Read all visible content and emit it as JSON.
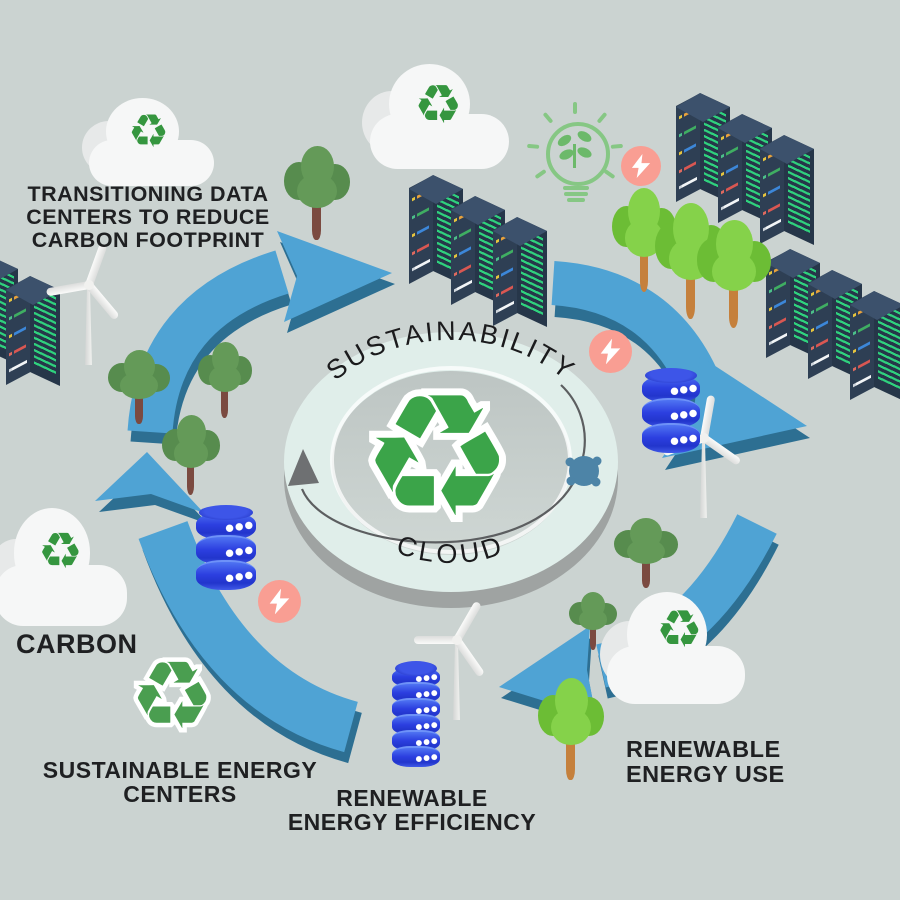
{
  "title": "Sustainability Cloud cycle infographic",
  "background_color": "#cbd3d1",
  "center": {
    "top_text": "SUSTAINABILITY",
    "bottom_text": "CLOUD",
    "ring_color": "#e0eeea",
    "recycle_color": "#3ba449"
  },
  "labels": {
    "transitioning": "TRANSITIONING DATA\nCENTERS TO REDUCE\nCARBON FOOTPRINT",
    "carbon": "CARBON",
    "sustainable_centers": "SUSTAINABLE ENERGY\nCENTERS",
    "energy_efficiency": "RENEWABLE\nENERGY EFFICIENCY",
    "energy_use": "RENEWABLE\nENERGY USE"
  },
  "icons": {
    "recycle": "♻",
    "lightning": "bolt-icon",
    "eco_bulb": "lightbulb-plant-icon",
    "wind_turbine": "wind-turbine",
    "server_rack": "server-rack",
    "database": "database-stack",
    "cloud": "cloud",
    "tree": "tree"
  },
  "colors": {
    "arrow_blue": "#4fa3d4",
    "arrow_blue_dark": "#2d6f92",
    "ring_mint": "#e0eeea",
    "recycle_green": "#3ba449",
    "server_navy": "#2e3f54",
    "vent_green": "#2fd17d",
    "database_blue": "#2c3fe0",
    "badge_pink": "#f99e93",
    "bulb_green": "#86c784",
    "tree_sage": "#649a58",
    "tree_lime": "#85d24a",
    "text_dark": "#1f2022"
  }
}
